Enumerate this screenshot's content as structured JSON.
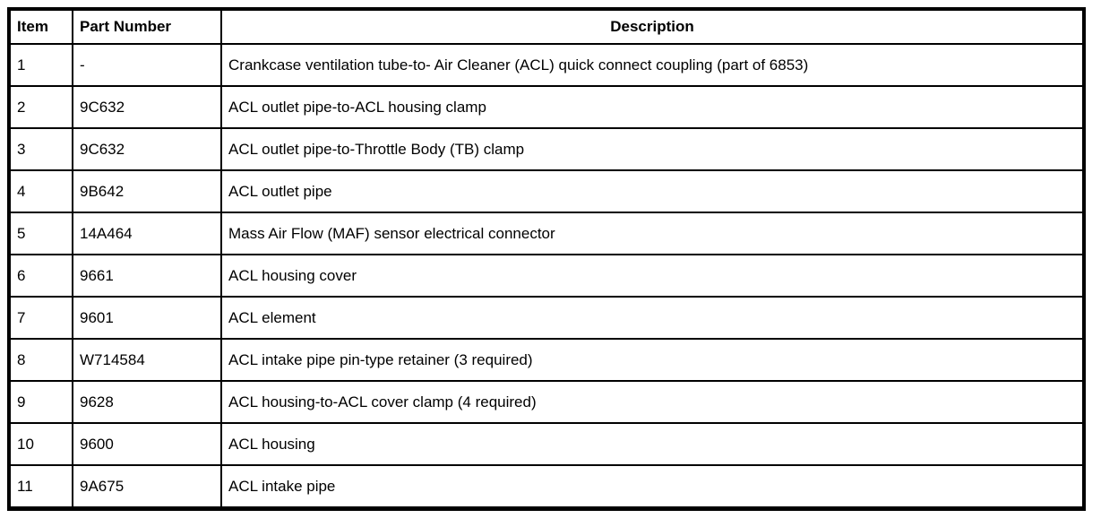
{
  "table": {
    "columns": [
      {
        "label": "Item"
      },
      {
        "label": "Part Number"
      },
      {
        "label": "Description"
      }
    ],
    "rows": [
      {
        "item": "1",
        "part_number": "-",
        "description": "Crankcase ventilation tube-to- Air Cleaner (ACL) quick connect coupling (part of 6853)"
      },
      {
        "item": "2",
        "part_number": "9C632",
        "description": "ACL outlet pipe-to-ACL housing clamp"
      },
      {
        "item": "3",
        "part_number": "9C632",
        "description": "ACL outlet pipe-to-Throttle Body (TB) clamp"
      },
      {
        "item": "4",
        "part_number": "9B642",
        "description": "ACL outlet pipe"
      },
      {
        "item": "5",
        "part_number": "14A464",
        "description": "Mass Air Flow (MAF) sensor electrical connector"
      },
      {
        "item": "6",
        "part_number": "9661",
        "description": "ACL housing cover"
      },
      {
        "item": "7",
        "part_number": "9601",
        "description": "ACL element"
      },
      {
        "item": "8",
        "part_number": "W714584",
        "description": "ACL intake pipe pin-type retainer (3 required)"
      },
      {
        "item": "9",
        "part_number": "9628",
        "description": "ACL housing-to-ACL cover clamp (4 required)"
      },
      {
        "item": "10",
        "part_number": "9600",
        "description": "ACL housing"
      },
      {
        "item": "11",
        "part_number": "9A675",
        "description": "ACL intake pipe"
      }
    ]
  },
  "colors": {
    "border": "#000000",
    "text": "#000000",
    "background": "#ffffff"
  }
}
